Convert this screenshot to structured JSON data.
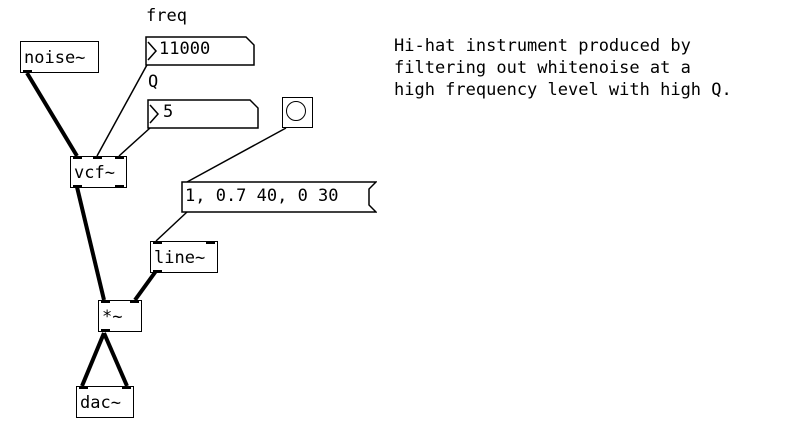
{
  "patch": {
    "objects": {
      "noise": "noise~",
      "vcf": "vcf~",
      "line": "line~",
      "mul": "*~",
      "dac": "dac~"
    },
    "labels": {
      "freq": "freq",
      "q": "Q"
    },
    "number_boxes": {
      "freq_value": "11000",
      "q_value": "5"
    },
    "message": {
      "envelope": "1, 0.7 40, 0 30"
    },
    "comment": {
      "line1": "Hi-hat instrument produced by",
      "line2": "filtering out whitenoise at a",
      "line3": "high frequency level with high Q."
    }
  },
  "colors": {
    "ink": "#000000",
    "background": "#ffffff"
  },
  "icons": {
    "bang": "bang-circle-icon",
    "number_arrow": "number-box-arrow-icon"
  }
}
